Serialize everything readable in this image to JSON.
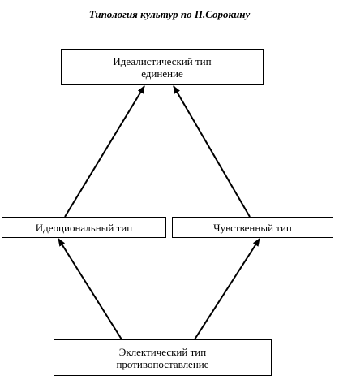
{
  "title": "Типология культур по П.Сорокину",
  "nodes": {
    "top": {
      "line1": "Идеалистический тип",
      "line2": "единение"
    },
    "left": {
      "line1": "Идеоциональный тип"
    },
    "right": {
      "line1": "Чувственный тип"
    },
    "bottom": {
      "line1": "Эклектический тип",
      "line2": "противопоставление"
    }
  },
  "edges": [
    {
      "from": "left",
      "to": "top"
    },
    {
      "from": "right",
      "to": "top"
    },
    {
      "from": "bottom",
      "to": "left"
    },
    {
      "from": "bottom",
      "to": "right"
    }
  ]
}
